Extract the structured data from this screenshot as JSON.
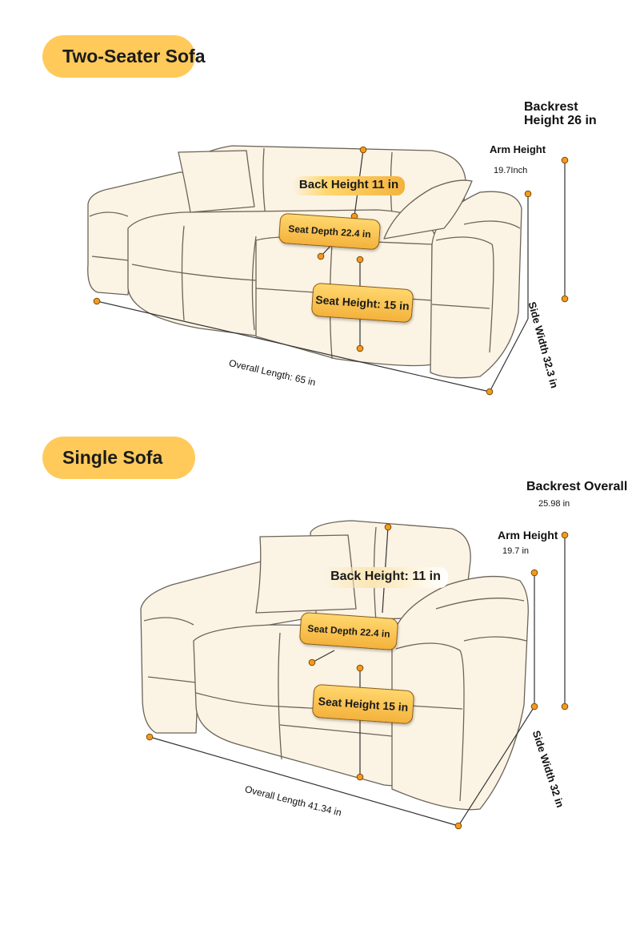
{
  "sections": [
    {
      "title": "Two-Seater Sofa",
      "labels": {
        "backrest_height": "Backrest Height 26 in",
        "arm_height_title": "Arm Height",
        "arm_height_value": "19.7Inch",
        "back_height": "Back Height 11 in",
        "seat_depth": "Seat Depth 22.4 in",
        "seat_height": "Seat Height: 15 in",
        "overall_length": "Overall Length: 65 in",
        "side_width": "Side Width 32.3 in"
      }
    },
    {
      "title": "Single Sofa",
      "labels": {
        "backrest_title": "Backrest Overall",
        "backrest_value": "25.98 in",
        "arm_height_title": "Arm Height",
        "arm_height_value": "19.7 in",
        "back_height": "Back Height: 11 in",
        "seat_depth": "Seat Depth 22.4 in",
        "seat_height": "Seat Height 15 in",
        "overall_length": "Overall Length 41.34 in",
        "side_width": "Side Width 32 in"
      }
    }
  ],
  "colors": {
    "pill": "#ffca5a",
    "sofa_fill": "#fbf3e4",
    "sofa_stroke": "#6b6458",
    "dot": "#f39a1f",
    "line": "#333333"
  }
}
